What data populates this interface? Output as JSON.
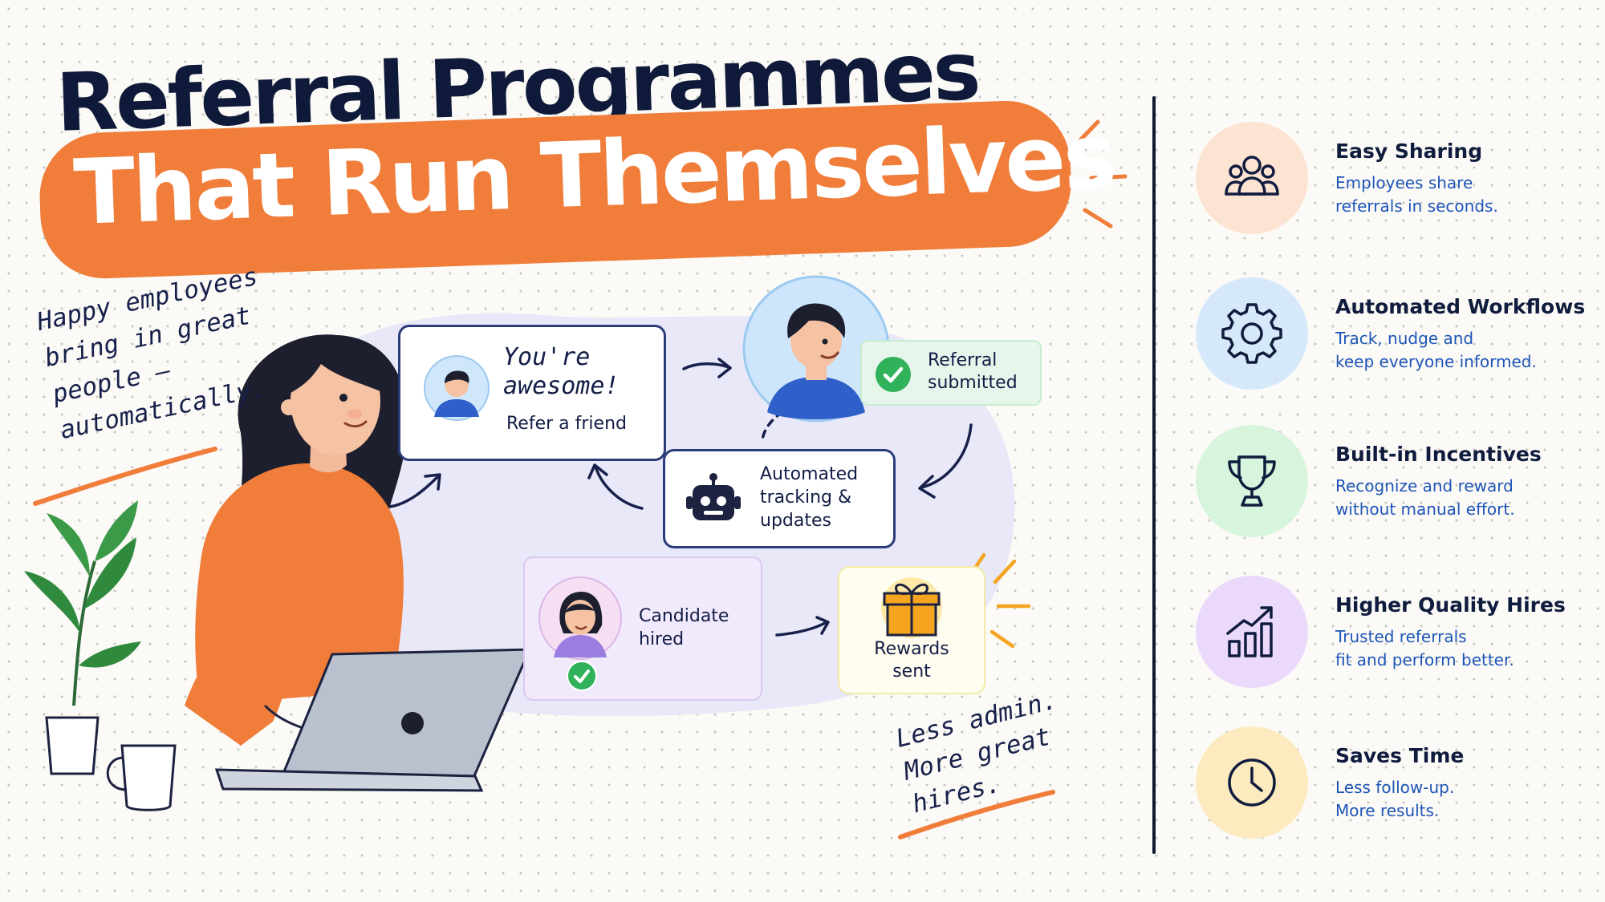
{
  "headline": {
    "line1": "Referral Programmes",
    "line2": "That Run Themselves"
  },
  "notes": {
    "left": [
      "Happy employees",
      "bring in great",
      "people —",
      "automatically."
    ],
    "bottom": [
      "Less admin.",
      "More great",
      "hires."
    ]
  },
  "flow": {
    "awesome_card": {
      "title_line1": "You're",
      "title_line2": "awesome!",
      "subtitle": "Refer a friend"
    },
    "referral_badge": {
      "line1": "Referral",
      "line2": "submitted"
    },
    "automation_card": {
      "line1": "Automated",
      "line2": "tracking &",
      "line3": "updates"
    },
    "candidate_card": {
      "line1": "Candidate",
      "line2": "hired"
    },
    "rewards_card": {
      "line1": "Rewards",
      "line2": "sent"
    }
  },
  "features": [
    {
      "title": "Easy Sharing",
      "desc_line1": "Employees share",
      "desc_line2": "referrals in seconds.",
      "icon": "people-icon",
      "color": "#fde3d2"
    },
    {
      "title": "Automated Workflows",
      "desc_line1": "Track, nudge and",
      "desc_line2": "keep everyone informed.",
      "icon": "gear-icon",
      "color": "#d6e9fb"
    },
    {
      "title": "Built-in Incentives",
      "desc_line1": "Recognize and reward",
      "desc_line2": "without manual effort.",
      "icon": "trophy-icon",
      "color": "#d6f5dc"
    },
    {
      "title": "Higher Quality Hires",
      "desc_line1": "Trusted referrals",
      "desc_line2": "fit and perform better.",
      "icon": "growth-chart-icon",
      "color": "#ead9fb"
    },
    {
      "title": "Saves Time",
      "desc_line1": "Less follow-up.",
      "desc_line2": "More results.",
      "icon": "clock-icon",
      "color": "#fdebbf"
    }
  ],
  "colors": {
    "accent_orange": "#f07d3a",
    "navy": "#101c3d",
    "link_blue": "#1d55b8",
    "check_green": "#2fb25a"
  }
}
